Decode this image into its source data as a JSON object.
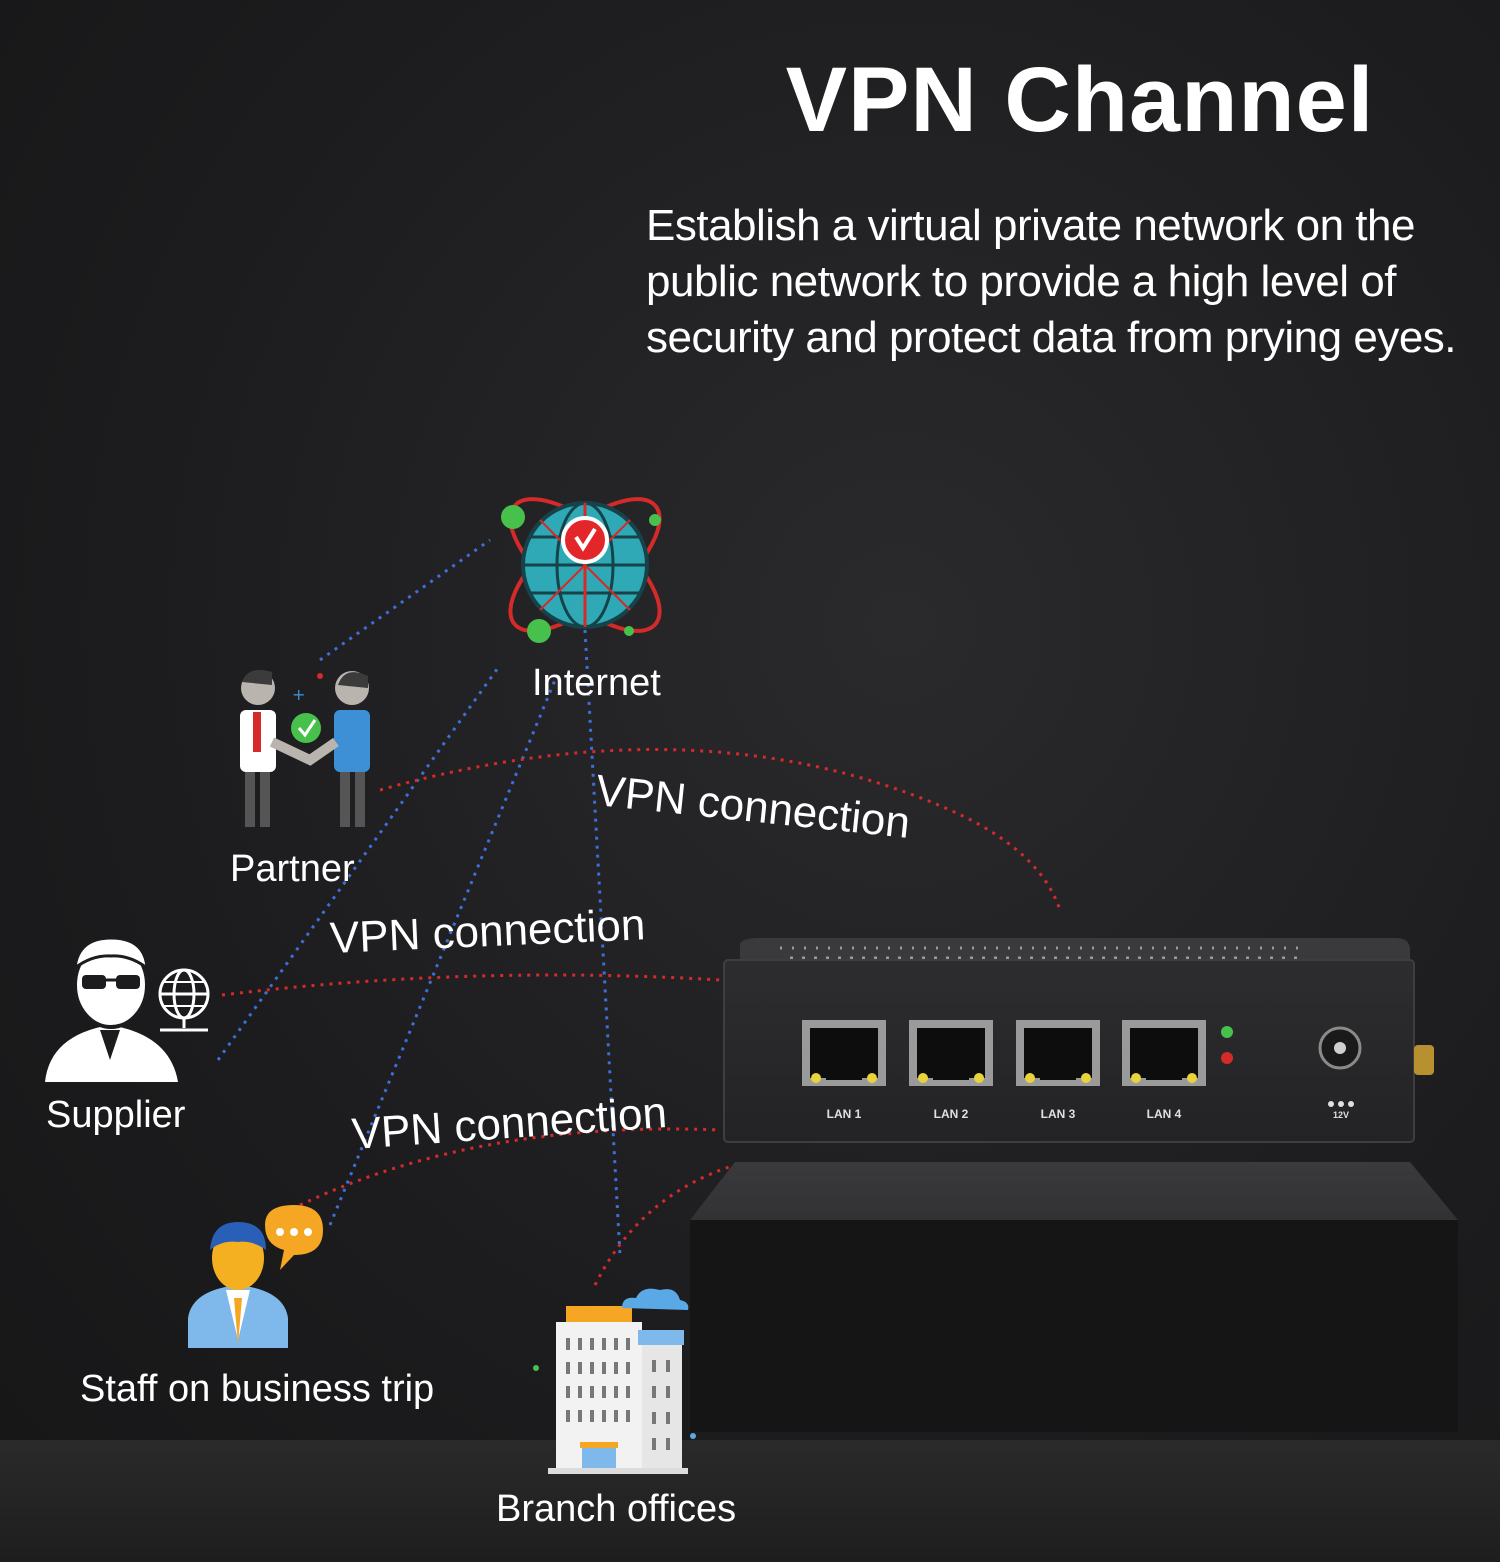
{
  "title": "VPN Channel",
  "description": "Establish a virtual private network on the public network to provide a high level of security and protect data from prying eyes.",
  "nodes": {
    "internet": "Internet",
    "partner": "Partner",
    "supplier": "Supplier",
    "staff": "Staff on business trip",
    "branch": "Branch offices"
  },
  "connections": {
    "top": "VPN connection",
    "middle": "VPN connection",
    "bottom": "VPN connection"
  },
  "device": {
    "ports": [
      "LAN 1",
      "LAN 2",
      "LAN 3",
      "LAN 4"
    ],
    "power_label": "12V"
  },
  "colors": {
    "vpn_line": "#d42a2a",
    "internet_line": "#3c6fd8",
    "globe": "#2fa9b5",
    "accent_green": "#47c14c"
  }
}
